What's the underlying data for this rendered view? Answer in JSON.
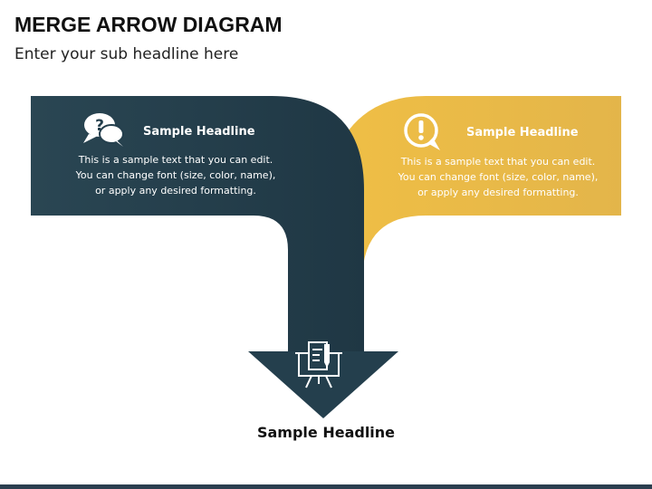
{
  "title": "MERGE ARROW DIAGRAM",
  "subtitle": "Enter your sub headline here",
  "colors": {
    "dark": "#243f4d",
    "yellow": "#e8b33f",
    "text_light": "#ffffff",
    "text_dark": "#111111"
  },
  "left_panel": {
    "icon": "speech-bubbles-question-icon",
    "headline": "Sample Headline",
    "text": [
      "This is a sample text that you can edit.",
      "You can change font (size, color, name),",
      "or apply any desired formatting."
    ]
  },
  "right_panel": {
    "icon": "exclamation-bubble-icon",
    "headline": "Sample Headline",
    "text": [
      "This is a sample text that you can edit.",
      "You can change font (size, color, name),",
      "or apply any desired formatting."
    ]
  },
  "arrow": {
    "icon": "presentation-board-icon",
    "headline": "Sample Headline"
  }
}
